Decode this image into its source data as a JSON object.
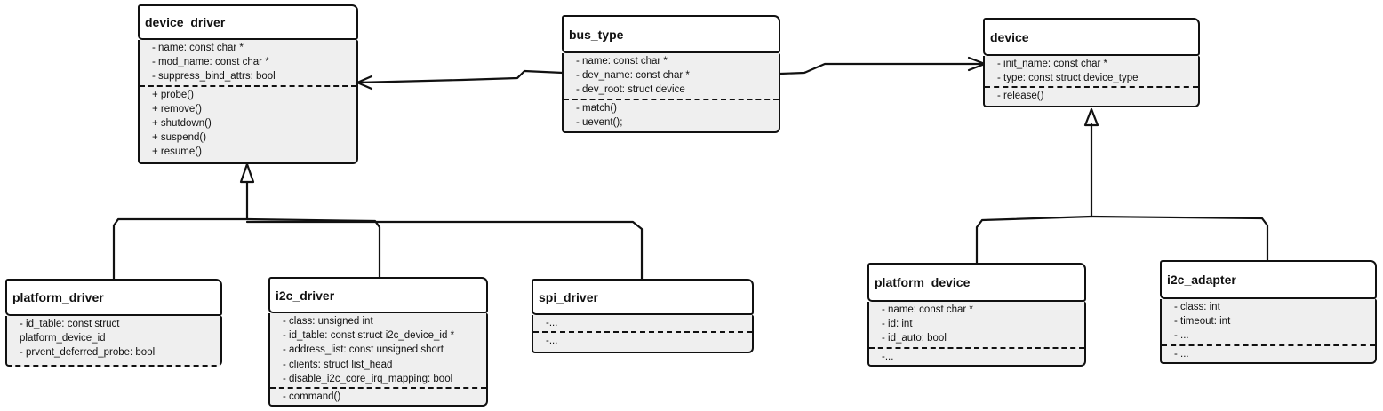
{
  "classes": {
    "device_driver": {
      "name": "device_driver",
      "attributes": [
        "- name: const char *",
        "- mod_name: const char *",
        "- suppress_bind_attrs: bool"
      ],
      "operations": [
        "+ probe()",
        "+ remove()",
        "+ shutdown()",
        "+ suspend()",
        "+ resume()"
      ]
    },
    "bus_type": {
      "name": "bus_type",
      "attributes": [
        "- name: const char *",
        "- dev_name: const char *",
        "- dev_root: struct device"
      ],
      "operations": [
        "- match()",
        "- uevent();"
      ]
    },
    "device": {
      "name": "device",
      "attributes": [
        "- init_name: const char *",
        "- type: const struct device_type"
      ],
      "operations": [
        "- release()"
      ]
    },
    "platform_driver": {
      "name": "platform_driver",
      "attributes": [
        "- id_table: const struct",
        "platform_device_id",
        "- prvent_deferred_probe: bool"
      ],
      "operations": []
    },
    "i2c_driver": {
      "name": "i2c_driver",
      "attributes": [
        "- class: unsigned int",
        "- id_table: const struct i2c_device_id *",
        "- address_list: const unsigned short",
        "- clients: struct list_head",
        "- disable_i2c_core_irq_mapping: bool"
      ],
      "operations": [
        "- command()"
      ]
    },
    "spi_driver": {
      "name": "spi_driver",
      "attributes": [
        "-..."
      ],
      "operations": [
        "-..."
      ]
    },
    "platform_device": {
      "name": "platform_device",
      "attributes": [
        "- name: const char *",
        "- id: int",
        "- id_auto: bool"
      ],
      "operations": [
        "-..."
      ]
    },
    "i2c_adapter": {
      "name": "i2c_adapter",
      "attributes": [
        "- class: int",
        "- timeout: int",
        "- ..."
      ],
      "operations": [
        "- ..."
      ]
    }
  }
}
